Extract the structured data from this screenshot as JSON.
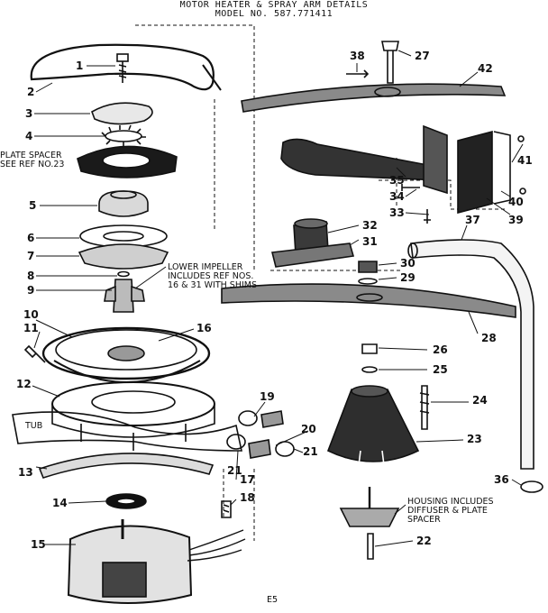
{
  "header": {
    "line1": "MOTOR HEATER & SPRAY ARM DETAILS",
    "line2": "MODEL NO.  587.771411"
  },
  "footer": {
    "page_code": "E5"
  },
  "notes": {
    "plate_spacer": [
      "PLATE SPACER",
      "SEE REF NO.23"
    ],
    "lower_impeller": [
      "LOWER IMPELLER",
      "INCLUDES REF NOS.",
      "16 & 31 WITH SHIMS"
    ],
    "tub": "TUB",
    "housing": [
      "HOUSING INCLUDES",
      "DIFFUSER & PLATE",
      "SPACER"
    ]
  },
  "callouts": {
    "n1": "1",
    "n2": "2",
    "n3": "3",
    "n4": "4",
    "n5": "5",
    "n6": "6",
    "n7": "7",
    "n8": "8",
    "n9": "9",
    "n10": "10",
    "n11": "11",
    "n12": "12",
    "n13": "13",
    "n14": "14",
    "n15": "15",
    "n16": "16",
    "n17": "17",
    "n18": "18",
    "n19": "19",
    "n20": "20",
    "n21a": "21",
    "n21b": "21",
    "n22": "22",
    "n23": "23",
    "n24": "24",
    "n25": "25",
    "n26": "26",
    "n27": "27",
    "n28": "28",
    "n29": "29",
    "n30": "30",
    "n31": "31",
    "n32": "32",
    "n33": "33",
    "n34": "34",
    "n35": "35",
    "n36": "36",
    "n37": "37",
    "n38": "38",
    "n39": "39",
    "n40": "40",
    "n41": "41",
    "n42": "42"
  }
}
